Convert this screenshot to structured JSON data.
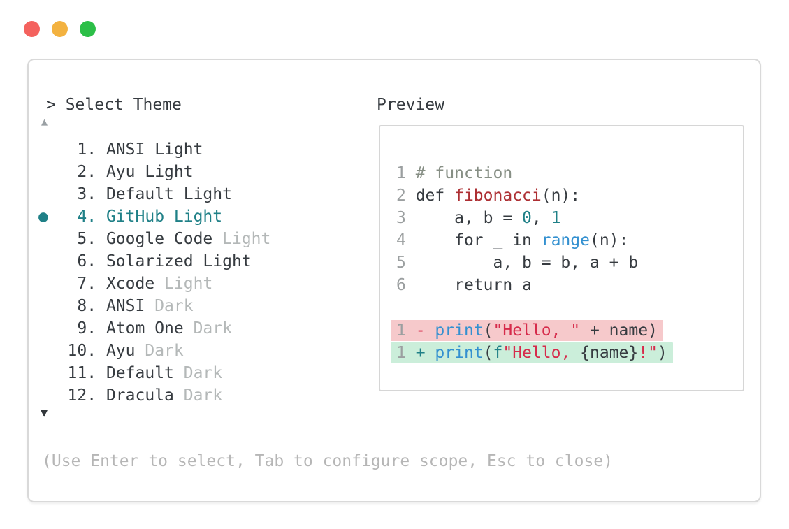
{
  "window": {
    "traffic_lights": [
      {
        "name": "close",
        "color": "#f4625e"
      },
      {
        "name": "minimize",
        "color": "#f3b240"
      },
      {
        "name": "zoom",
        "color": "#2cbf48"
      }
    ]
  },
  "prompt": {
    "text": "> Select Theme"
  },
  "theme_list": {
    "scroll_up_indicator": "▲",
    "scroll_down_indicator": "▼",
    "items": [
      {
        "number": 1,
        "name": "ANSI Light",
        "dim_suffix": "",
        "selected": false
      },
      {
        "number": 2,
        "name": "Ayu Light",
        "dim_suffix": "",
        "selected": false
      },
      {
        "number": 3,
        "name": "Default Light",
        "dim_suffix": "",
        "selected": false
      },
      {
        "number": 4,
        "name": "GitHub Light",
        "dim_suffix": "",
        "selected": true
      },
      {
        "number": 5,
        "name": "Google Code",
        "dim_suffix": "Light",
        "selected": false
      },
      {
        "number": 6,
        "name": "Solarized Light",
        "dim_suffix": "",
        "selected": false
      },
      {
        "number": 7,
        "name": "Xcode",
        "dim_suffix": "Light",
        "selected": false
      },
      {
        "number": 8,
        "name": "ANSI",
        "dim_suffix": "Dark",
        "selected": false
      },
      {
        "number": 9,
        "name": "Atom One",
        "dim_suffix": "Dark",
        "selected": false
      },
      {
        "number": 10,
        "name": "Ayu",
        "dim_suffix": "Dark",
        "selected": false
      },
      {
        "number": 11,
        "name": "Default",
        "dim_suffix": "Dark",
        "selected": false
      },
      {
        "number": 12,
        "name": "Dracula",
        "dim_suffix": "Dark",
        "selected": false
      }
    ]
  },
  "hint": "(Use Enter to select, Tab to configure scope, Esc to close)",
  "preview": {
    "title": "Preview",
    "code_lines": [
      {
        "num": "1",
        "tokens": [
          [
            "# function",
            "comment"
          ]
        ]
      },
      {
        "num": "2",
        "tokens": [
          [
            "def ",
            "plain"
          ],
          [
            "fibonacci",
            "red"
          ],
          [
            "(n):",
            "plain"
          ]
        ]
      },
      {
        "num": "3",
        "tokens": [
          [
            "    a, b = ",
            "plain"
          ],
          [
            "0",
            "teal"
          ],
          [
            ", ",
            "plain"
          ],
          [
            "1",
            "teal"
          ]
        ]
      },
      {
        "num": "4",
        "tokens": [
          [
            "    for _ in ",
            "plain"
          ],
          [
            "range",
            "blue"
          ],
          [
            "(n):",
            "plain"
          ]
        ]
      },
      {
        "num": "5",
        "tokens": [
          [
            "        a, b = b, a + b",
            "plain"
          ]
        ]
      },
      {
        "num": "6",
        "tokens": [
          [
            "    return a",
            "plain"
          ]
        ]
      }
    ],
    "diff_lines": [
      {
        "num": "1",
        "kind": "removed",
        "tokens": [
          [
            "- ",
            "crimson"
          ],
          [
            "print",
            "blue"
          ],
          [
            "(",
            "plain"
          ],
          [
            "\"Hello, \"",
            "crimson"
          ],
          [
            " + name)",
            "plain"
          ]
        ]
      },
      {
        "num": "1",
        "kind": "added",
        "tokens": [
          [
            "+ ",
            "teal"
          ],
          [
            "print",
            "blue"
          ],
          [
            "(",
            "plain"
          ],
          [
            "f",
            "teal"
          ],
          [
            "\"Hello, ",
            "crimson"
          ],
          [
            "{name}",
            "plain"
          ],
          [
            "!\"",
            "crimson"
          ],
          [
            ")",
            "plain"
          ]
        ]
      }
    ]
  },
  "colors": {
    "ink": "#363b40",
    "dim": "#b4b8b8",
    "hint": "#b6b6b6",
    "gray": "#9b9fa0",
    "teal": "#1f8087",
    "red": "#ad2f33",
    "crimson": "#d62b4b",
    "blue": "#3390d0",
    "comment": "#878f85",
    "panel-border": "#d9d9d9",
    "preview-border": "#d6d6d6",
    "removed-bg": "#f6c9cb",
    "added-bg": "#cbeeda",
    "arrow-up": "#9aa0a4",
    "arrow-down": "#33383c"
  }
}
